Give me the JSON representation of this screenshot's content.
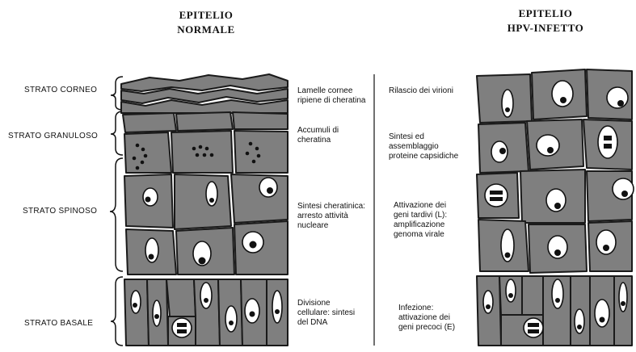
{
  "titles": {
    "normal": "EPITELIO\nNORMALE",
    "infected": "EPITELIO\nHPV-INFETTO"
  },
  "layers": {
    "corneo": "STRATO CORNEO",
    "granuloso": "STRATO GRANULOSO",
    "spinoso": "STRATO SPINOSO",
    "basale": "STRATO BASALE"
  },
  "normal_notes": {
    "corneo": "Lamelle cornee\nripiene di cheratina",
    "granuloso": "Accumuli di\ncheratina",
    "spinoso": "Sintesi cheratinica:\narresto attività\nnucleare",
    "basale": "Divisione\ncellulare: sintesi\ndel DNA"
  },
  "infected_notes": {
    "corneo": "Rilascio dei virioni",
    "granuloso": "Sintesi ed\nassemblaggio\nproteine capsidiche",
    "spinoso": "Attivazione dei\ngeni tardivi (L):\namplificazione\ngenoma virale",
    "basale": "Infezione:\nattivazione dei\ngeni precoci (E)"
  },
  "colors": {
    "cell_fill": "#7f7f7f",
    "cell_stroke": "#1a1a1a",
    "nucleus_fill": "#ffffff",
    "nucleolus_fill": "#111111"
  }
}
